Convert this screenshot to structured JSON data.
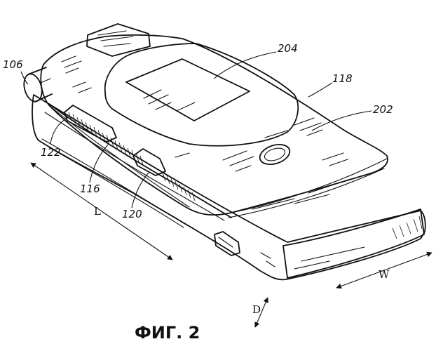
{
  "figure": {
    "caption": "ФИГ. 2",
    "reference_numerals": {
      "hinge": "106",
      "display_window": "204",
      "flip_lid": "118",
      "lid_surface": "202",
      "side_slot_left": "122",
      "side_edge": "116",
      "side_slot_right": "120"
    },
    "dimensions": {
      "length": "L",
      "width": "W",
      "depth": "D"
    }
  }
}
